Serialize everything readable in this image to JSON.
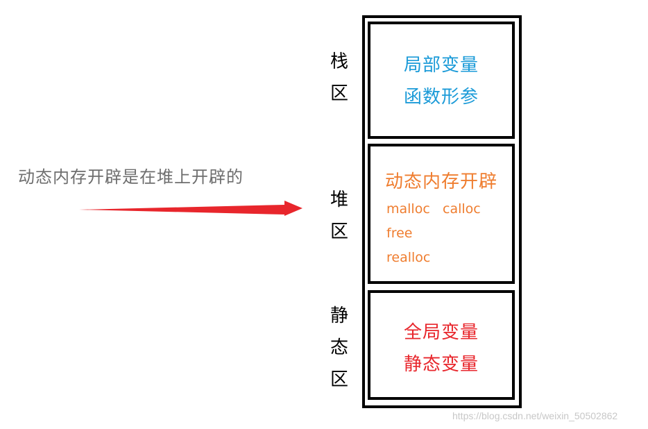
{
  "caption": "动态内存开辟是在堆上开辟的",
  "arrow_color": "#e8262c",
  "regions": {
    "stack": {
      "label_chars": [
        "栈",
        "区"
      ],
      "lines": [
        "局部变量",
        "函数形参"
      ],
      "color": "#1c9bd8"
    },
    "heap": {
      "label_chars": [
        "堆",
        "区"
      ],
      "title": "动态内存开辟",
      "functions": [
        "malloc",
        "calloc",
        "free",
        "realloc"
      ],
      "color": "#ef7d2f"
    },
    "static": {
      "label_chars": [
        "静",
        "态",
        "区"
      ],
      "lines": [
        "全局变量",
        "静态变量"
      ],
      "color": "#e8262c"
    }
  },
  "watermark": "https://blog.csdn.net/weixin_50502862"
}
